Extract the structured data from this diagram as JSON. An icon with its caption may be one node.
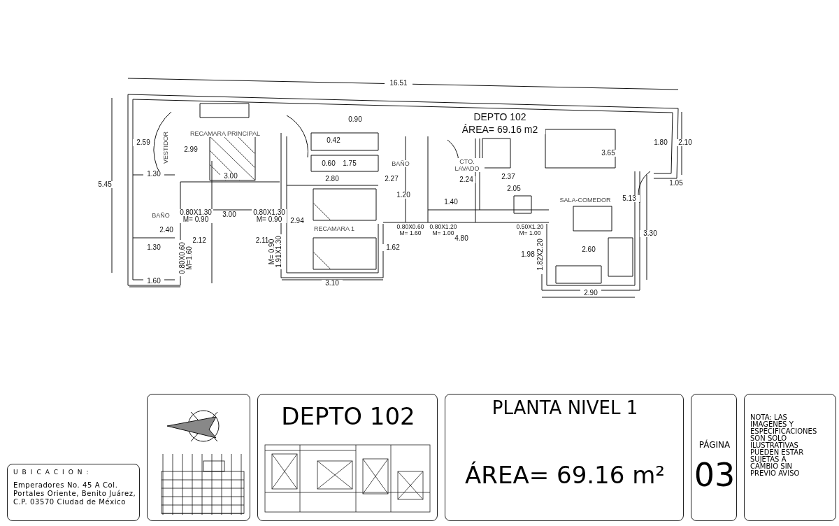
{
  "diagram": {
    "nodes": [
      {
        "text": [
          "UBICACION:",
          "Emperadores No. 45 A Col. Portales Oriente, Benito Juárez, C.P. 03570 Ciudad de México"
        ]
      },
      {
        "text": [],
        "shape": "box"
      },
      {
        "text": [
          "DEPTO 102"
        ]
      },
      {
        "text": [
          "PLANTA NIVEL 1",
          "ÁREA= 69.16 m²"
        ]
      },
      {
        "text": [
          "PÁGINA",
          "03"
        ]
      },
      {
        "text": [
          "NOTA: LAS IMAGENES Y ESPECIFICACIONES SON SOLO ILUSTRATIVAS PUEDEN ESTAR SUJETAS A CAMBIO SIN PREVIO AVISO"
        ]
      }
    ],
    "labels": [
      "16.51",
      "0.90",
      "DEPTO 102",
      "ÁREA= 69.16 m2",
      "RECAMARA PRINCIPAL",
      "2.59",
      "0.42",
      "1.80",
      "2.10",
      "VESTIDOR",
      "2.99",
      "3.65",
      "5.45",
      "1.30",
      "0.60",
      "1.75",
      "BAÑO",
      "CTO. LAVADO",
      "3.00",
      "2.80",
      "2.27",
      "2.24",
      "2.37",
      "1.05",
      "2.05",
      "1.20",
      "1.40",
      "SALA-COMEDOR",
      "5.13",
      "BAÑO",
      "0.80X1.30 M= 0.90",
      "3.00",
      "0.80X1.30 M= 0.90",
      "2.94",
      "0.80X0.60 M= 1.60",
      "0.80X1.20 M= 1.00",
      "0.50X1.20 M= 1.00",
      "2.40",
      "RECAMARA 1",
      "3.30",
      "2.12",
      "2.11",
      "M= 0.90 1.91X1.30",
      "4.80",
      "1.30",
      "0.80X0.60 M=1.60",
      "1.62",
      "1.98",
      "1.82X2.20",
      "2.60",
      "1.60",
      "3.10",
      "2.90"
    ]
  }
}
